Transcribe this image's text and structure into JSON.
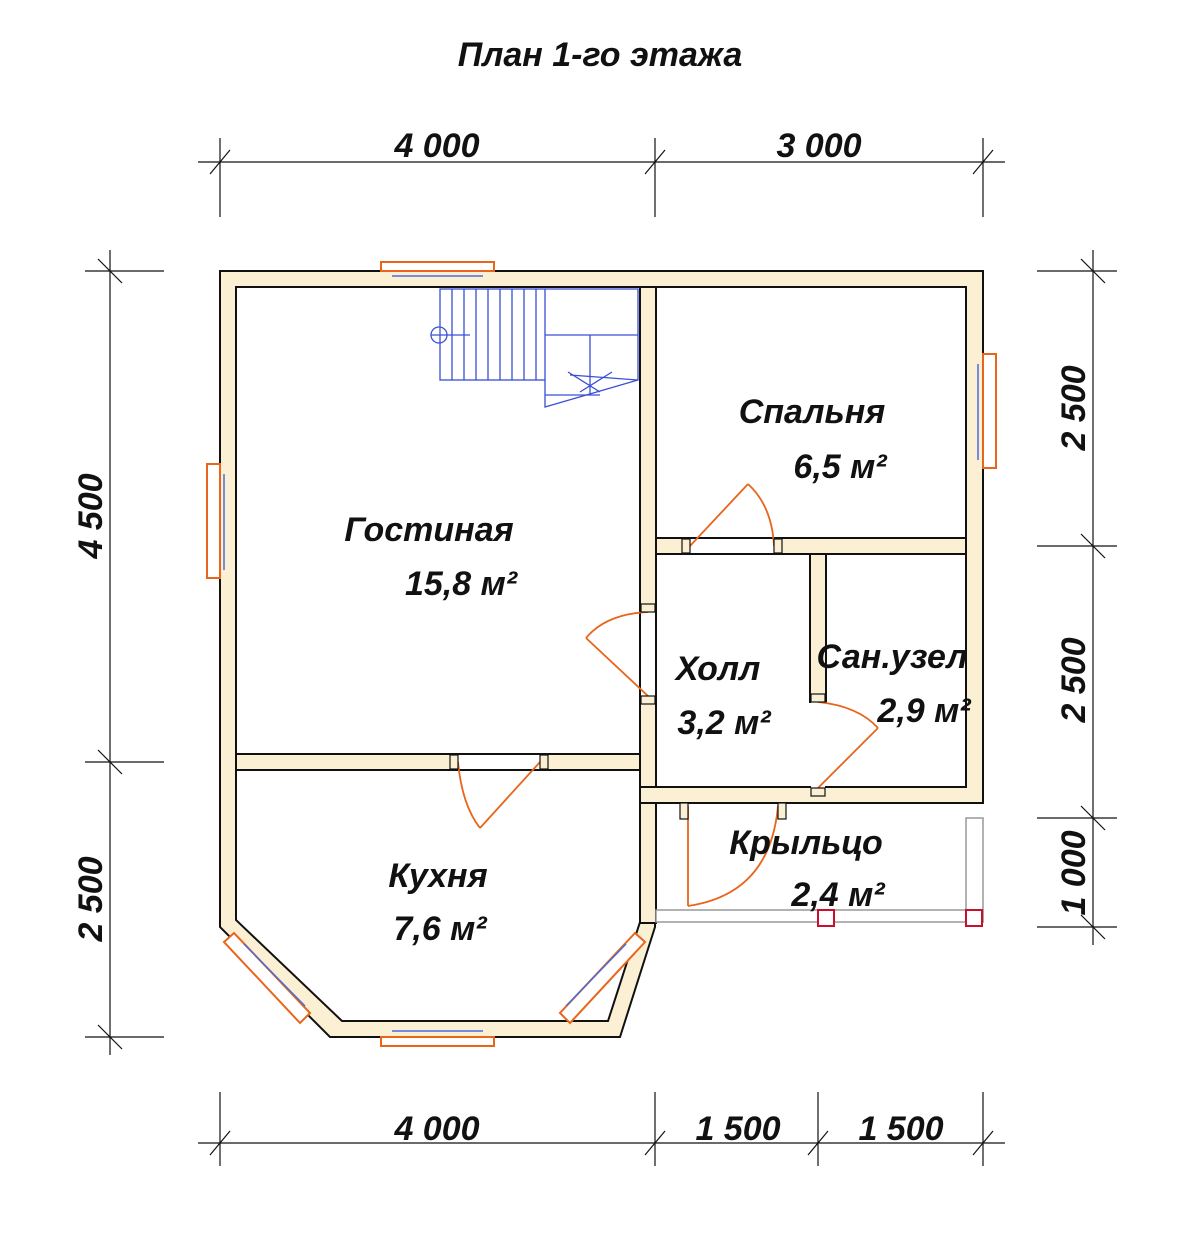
{
  "title": "План 1-го этажа",
  "colors": {
    "wall_fill": "#fbf0d4",
    "wall_stroke": "#111111",
    "window_glass": "#4a6cd8",
    "window_frame": "#e8651a",
    "door_swing": "#e8651a",
    "stairs": "#3a4fd6",
    "porch_post": "#c8102e",
    "dimension_line": "#111111"
  },
  "dimensions": {
    "top": [
      "4 000",
      "3 000"
    ],
    "bottom": [
      "4 000",
      "1 500",
      "1 500"
    ],
    "left": [
      "4 500",
      "2 500"
    ],
    "right": [
      "2 500",
      "2 500",
      "1 000"
    ]
  },
  "rooms": {
    "living": {
      "name": "Гостиная",
      "area": "15,8 м²"
    },
    "bedroom": {
      "name": "Спальня",
      "area": "6,5 м²"
    },
    "hall": {
      "name": "Холл",
      "area": "3,2 м²"
    },
    "bathroom": {
      "name": "Сан.узел",
      "area": "2,9 м²"
    },
    "kitchen": {
      "name": "Кухня",
      "area": "7,6 м²"
    },
    "porch": {
      "name": "Крыльцо",
      "area": "2,4 м²"
    }
  }
}
